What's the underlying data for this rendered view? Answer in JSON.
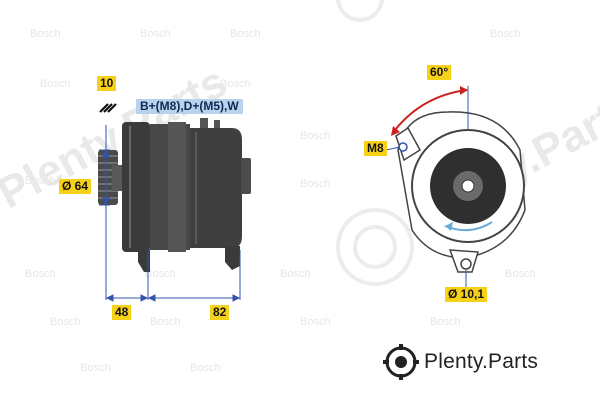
{
  "labels": {
    "pulley_count": "10",
    "terminals": "B+(M8),D+(M5),W",
    "pulley_diameter": "Ø 64",
    "width_front": "48",
    "width_rear": "82",
    "angle": "60°",
    "thread": "M8",
    "hole_diameter": "Ø 10,1"
  },
  "watermark": {
    "brand": "Bosch",
    "site_text": "Plenty.Parts"
  },
  "brand": {
    "name": "Plenty",
    "suffix": ".Parts"
  },
  "colors": {
    "label_yellow": "#f7d117",
    "label_blue": "#b9d3ec",
    "dimension_line": "#3355aa",
    "angle_arrow": "#cc2222",
    "body_dark": "#3f3f3f"
  }
}
